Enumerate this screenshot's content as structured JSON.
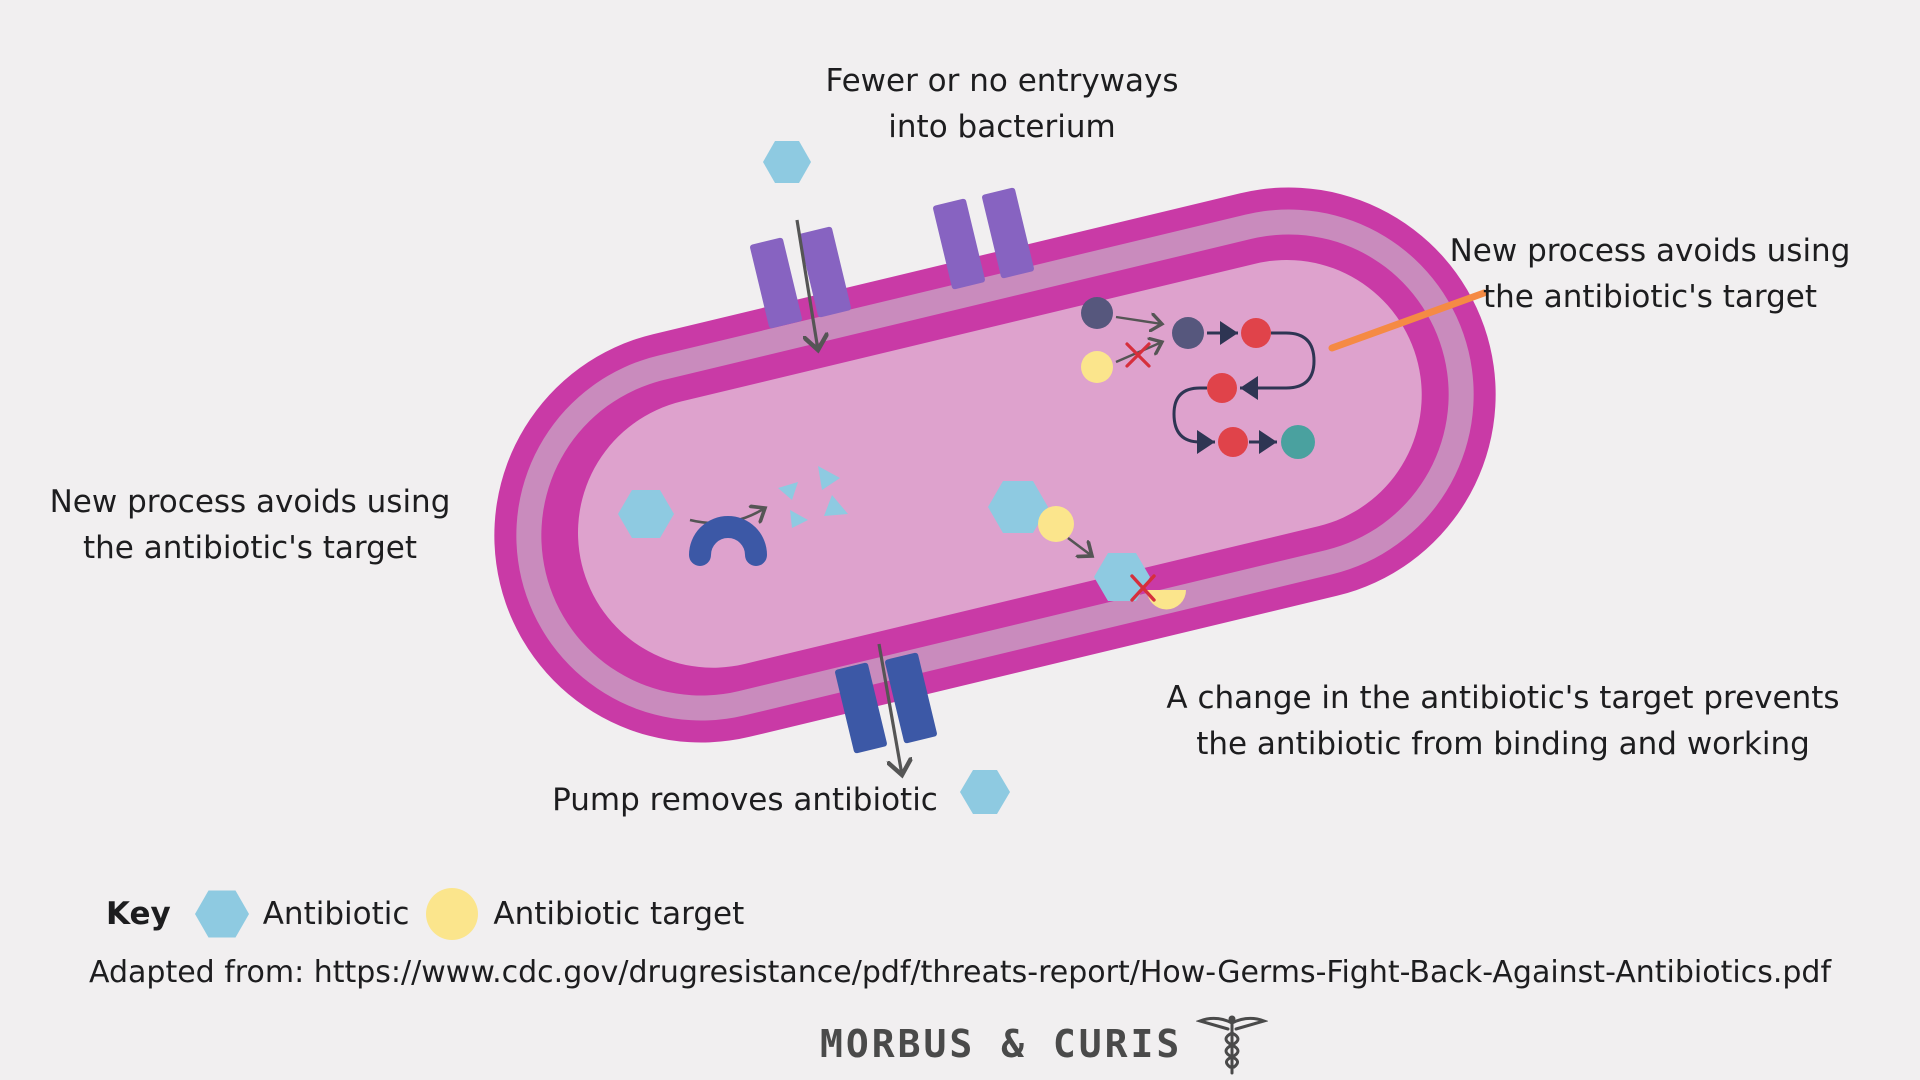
{
  "labels": {
    "entryways": [
      "Fewer or no entryways",
      "into bacterium"
    ],
    "process_right": [
      "New process avoids using",
      "the antibiotic's target"
    ],
    "process_left": [
      "New process avoids using",
      "the antibiotic's target"
    ],
    "target_change": [
      "A change in the antibiotic's target prevents",
      "the antibiotic from binding and working"
    ],
    "pump": "Pump removes antibiotic"
  },
  "key": {
    "title": "Key",
    "items": [
      {
        "label": "Antibiotic",
        "symbol": "hexagon",
        "color": "#8ecae1"
      },
      {
        "label": "Antibiotic target",
        "symbol": "circle",
        "color": "#fbe58c"
      }
    ]
  },
  "source": "Adapted from: https://www.cdc.gov/drugresistance/pdf/threats-report/How-Germs-Fight-Back-Against-Antibiotics.pdf",
  "brand": {
    "name": "MORBUS & CURIS",
    "logo": "caduceus-icon"
  },
  "colors": {
    "background": "#f1eff0",
    "outer_membrane": "#c93aa6",
    "middle_layer": "#c98bbd",
    "cytoplasm": "#dea2cd",
    "porin": "#8763c1",
    "pump": "#3c58a6",
    "antibiotic": "#8ecae1",
    "antibiotic_target": "#fbe58c",
    "enzyme": "#3c58a6",
    "pathway_node": "#e0434a",
    "pathway_start": "#56577d",
    "pathway_end": "#4aa19f",
    "block_mark": "#d62f3c",
    "pointer": "#f58a44"
  }
}
